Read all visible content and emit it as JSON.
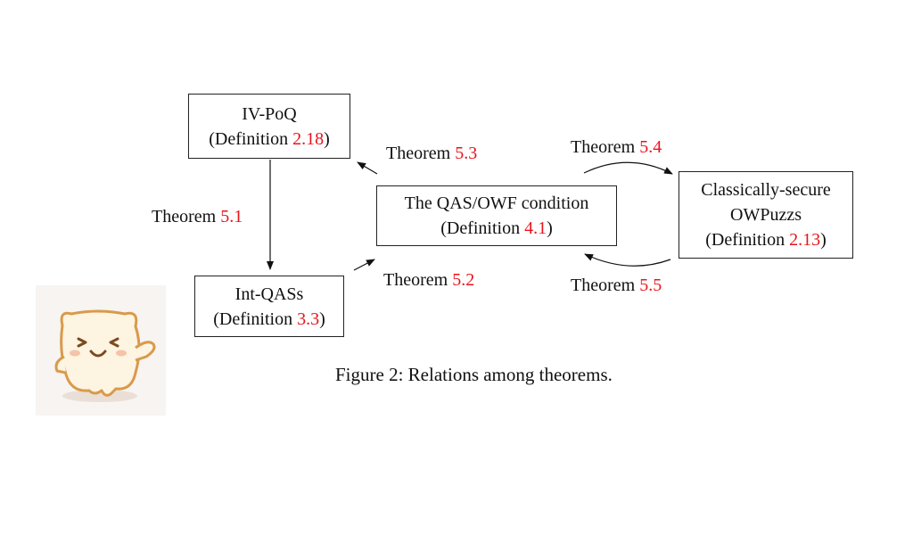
{
  "nodes": {
    "ivpoq": {
      "title": "IV-PoQ",
      "def_prefix": "(Definition ",
      "def_ref": "2.18",
      "def_suffix": ")"
    },
    "intqas": {
      "title": "Int-QASs",
      "def_prefix": "(Definition ",
      "def_ref": "3.3",
      "def_suffix": ")"
    },
    "qasowf": {
      "title": "The QAS/OWF condition",
      "def_prefix": "(Definition ",
      "def_ref": "4.1",
      "def_suffix": ")"
    },
    "owpuzz": {
      "line1": "Classically-secure",
      "line2": "OWPuzzs",
      "def_prefix": "(Definition ",
      "def_ref": "2.13",
      "def_suffix": ")"
    }
  },
  "edges": {
    "t51": {
      "word": "Theorem ",
      "ref": "5.1"
    },
    "t52": {
      "word": "Theorem ",
      "ref": "5.2"
    },
    "t53": {
      "word": "Theorem ",
      "ref": "5.3"
    },
    "t54": {
      "word": "Theorem ",
      "ref": "5.4"
    },
    "t55": {
      "word": "Theorem ",
      "ref": "5.5"
    }
  },
  "caption": "Figure 2: Relations among theorems.",
  "colors": {
    "reference": "#e8141b",
    "text": "#111111",
    "border": "#222222"
  },
  "mascot": {
    "icon": "cute-mascot-icon"
  }
}
